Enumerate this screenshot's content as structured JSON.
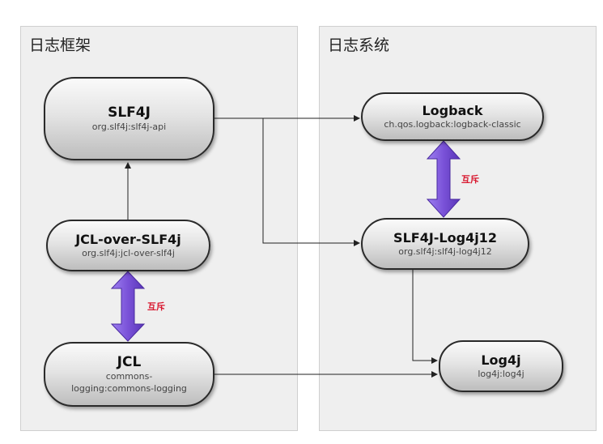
{
  "panels": {
    "left_title": "日志框架",
    "right_title": "日志系统"
  },
  "nodes": {
    "slf4j": {
      "title": "SLF4J",
      "subtitle": "org.slf4j:slf4j-api"
    },
    "jcl_over_slf4j": {
      "title": "JCL-over-SLF4j",
      "subtitle": "org.slf4j:jcl-over-slf4j"
    },
    "jcl": {
      "title": "JCL",
      "subtitle": "commons-logging:commons-logging"
    },
    "logback": {
      "title": "Logback",
      "subtitle": "ch.qos.logback:logback-classic"
    },
    "slf4j_log4j12": {
      "title": "SLF4J-Log4j12",
      "subtitle": "org.slf4j:slf4j-log4j12"
    },
    "log4j": {
      "title": "Log4j",
      "subtitle": "log4j:log4j"
    }
  },
  "mutex": {
    "left_label": "互斥",
    "right_label": "互斥"
  },
  "colors": {
    "panel_bg": "#efefef",
    "arrow_purple": "#7a52d8",
    "mutex_text": "#d8182f"
  }
}
